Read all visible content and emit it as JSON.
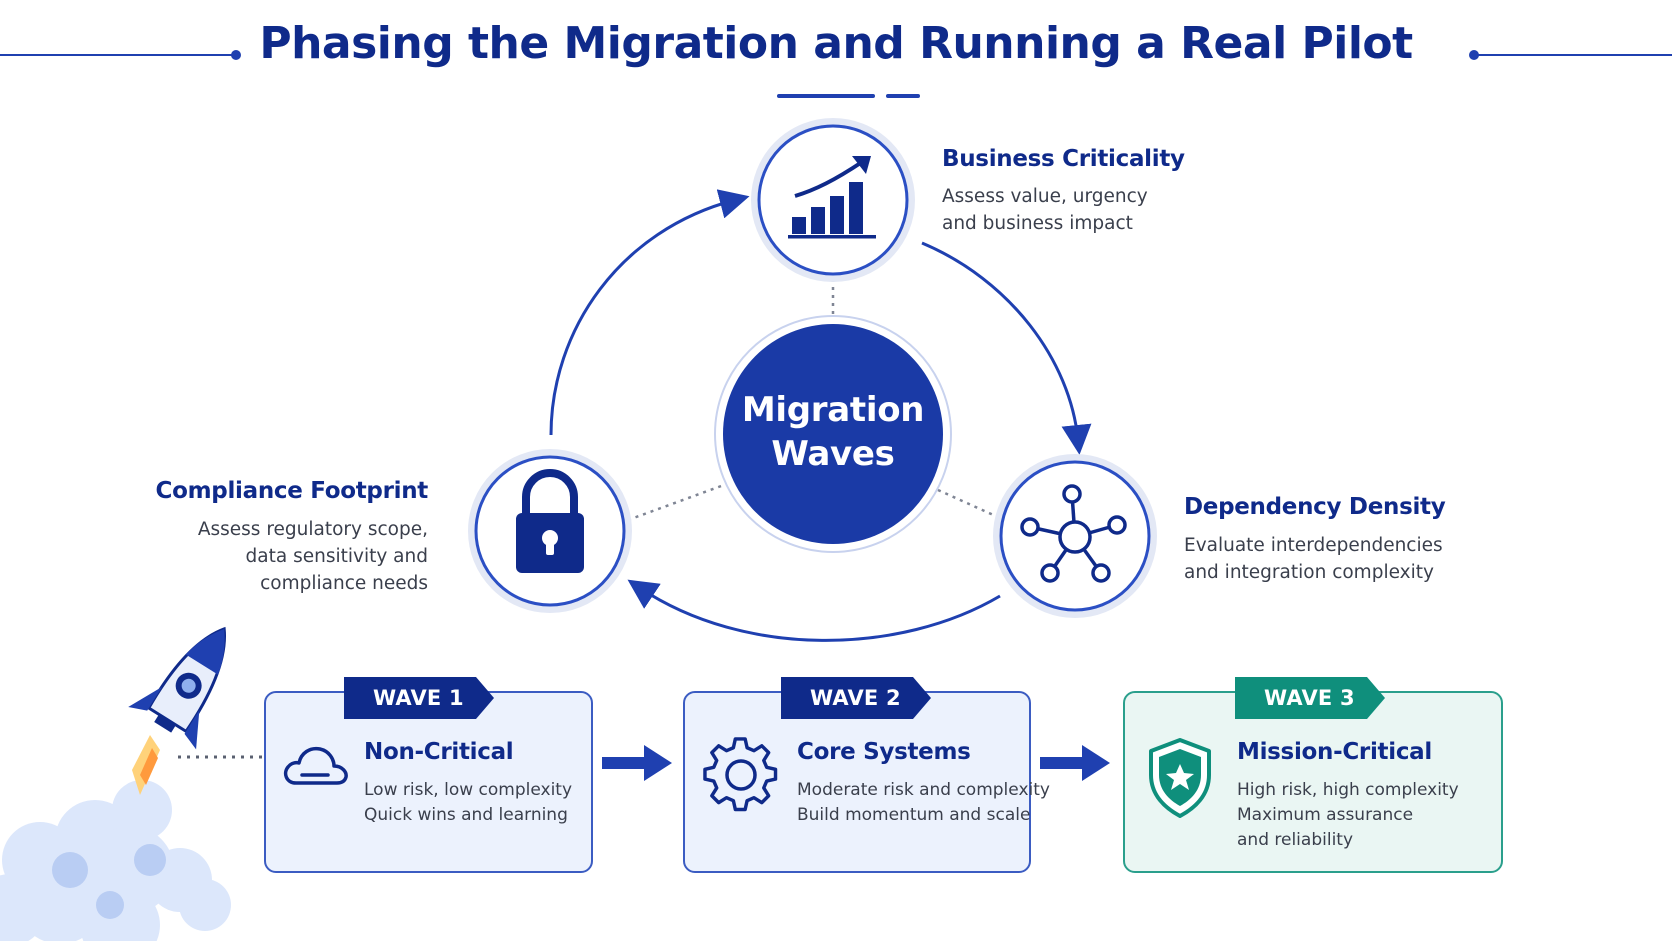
{
  "title": "Phasing the Migration and Running a Real Pilot",
  "center": {
    "line1": "Migration",
    "line2": "Waves"
  },
  "factors": [
    {
      "title": "Business Criticality",
      "desc": [
        "Assess value, urgency",
        "and business impact"
      ],
      "icon": "bar-chart-growth-icon"
    },
    {
      "title": "Dependency Density",
      "desc": [
        "Evaluate interdependencies",
        "and integration complexity"
      ],
      "icon": "network-nodes-icon"
    },
    {
      "title": "Compliance Footprint",
      "desc": [
        "Assess regulatory scope,",
        "data sensitivity and",
        "compliance needs"
      ],
      "icon": "padlock-icon"
    }
  ],
  "waves": [
    {
      "badge": "WAVE 1",
      "title": "Non-Critical",
      "desc": [
        "Low risk, low complexity",
        "Quick wins and learning"
      ],
      "icon": "cloud-icon",
      "color": "#0f2a8a"
    },
    {
      "badge": "WAVE 2",
      "title": "Core Systems",
      "desc": [
        "Moderate risk and complexity",
        "Build momentum and scale"
      ],
      "icon": "gear-icon",
      "color": "#0f2a8a"
    },
    {
      "badge": "WAVE 3",
      "title": "Mission-Critical",
      "desc": [
        "High risk, high complexity",
        "Maximum assurance",
        "and reliability"
      ],
      "icon": "shield-star-icon",
      "color": "#0f8f7c"
    }
  ],
  "colors": {
    "navy": "#0f2a8a",
    "accent": "#1f40b0",
    "teal": "#0f8f7c",
    "card_blue": "#ecf2fd",
    "card_teal": "#eaf6f3"
  },
  "decor": {
    "launch": "rocket-icon"
  }
}
